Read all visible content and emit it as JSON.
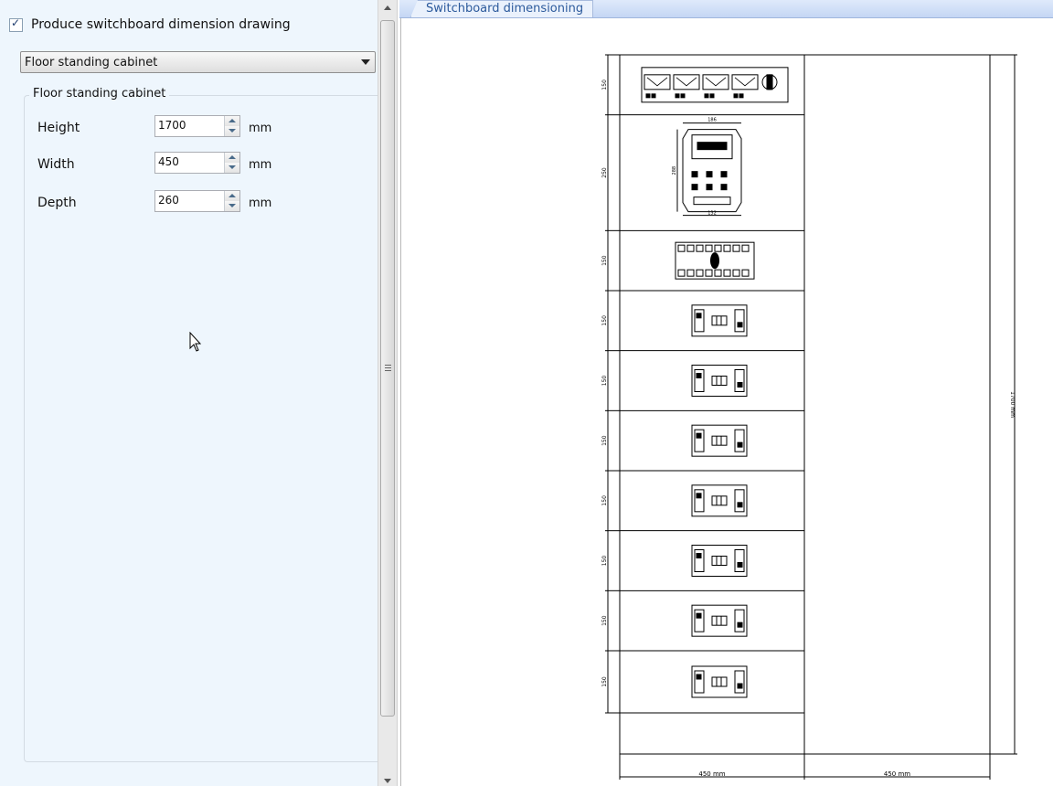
{
  "settings": {
    "produce_drawing_label": "Produce switchboard dimension drawing",
    "produce_drawing_checked": true,
    "enclosure_type": "Floor standing cabinet",
    "group_title": "Floor standing cabinet",
    "height": {
      "label": "Height",
      "value": "1700",
      "unit": "mm"
    },
    "width": {
      "label": "Width",
      "value": "450",
      "unit": "mm"
    },
    "depth": {
      "label": "Depth",
      "value": "260",
      "unit": "mm"
    }
  },
  "document": {
    "tab_label": "Switchboard dimensioning",
    "drawing": {
      "rows": [
        {
          "device": "meter-block",
          "height_label": "150"
        },
        {
          "device": "breaker-large",
          "height_label": "250",
          "top_dim": "186",
          "side_dim": "288",
          "bottom_dim": "132"
        },
        {
          "device": "switch-disconnector",
          "height_label": "150"
        },
        {
          "device": "circuit-breaker",
          "height_label": "150"
        },
        {
          "device": "circuit-breaker",
          "height_label": "150"
        },
        {
          "device": "circuit-breaker",
          "height_label": "150"
        },
        {
          "device": "circuit-breaker",
          "height_label": "150"
        },
        {
          "device": "circuit-breaker",
          "height_label": "150"
        },
        {
          "device": "circuit-breaker",
          "height_label": "150"
        },
        {
          "device": "circuit-breaker",
          "height_label": "150"
        }
      ],
      "total_height_label": "1700 mm",
      "width_labels": [
        "450 mm",
        "450 mm"
      ]
    }
  }
}
